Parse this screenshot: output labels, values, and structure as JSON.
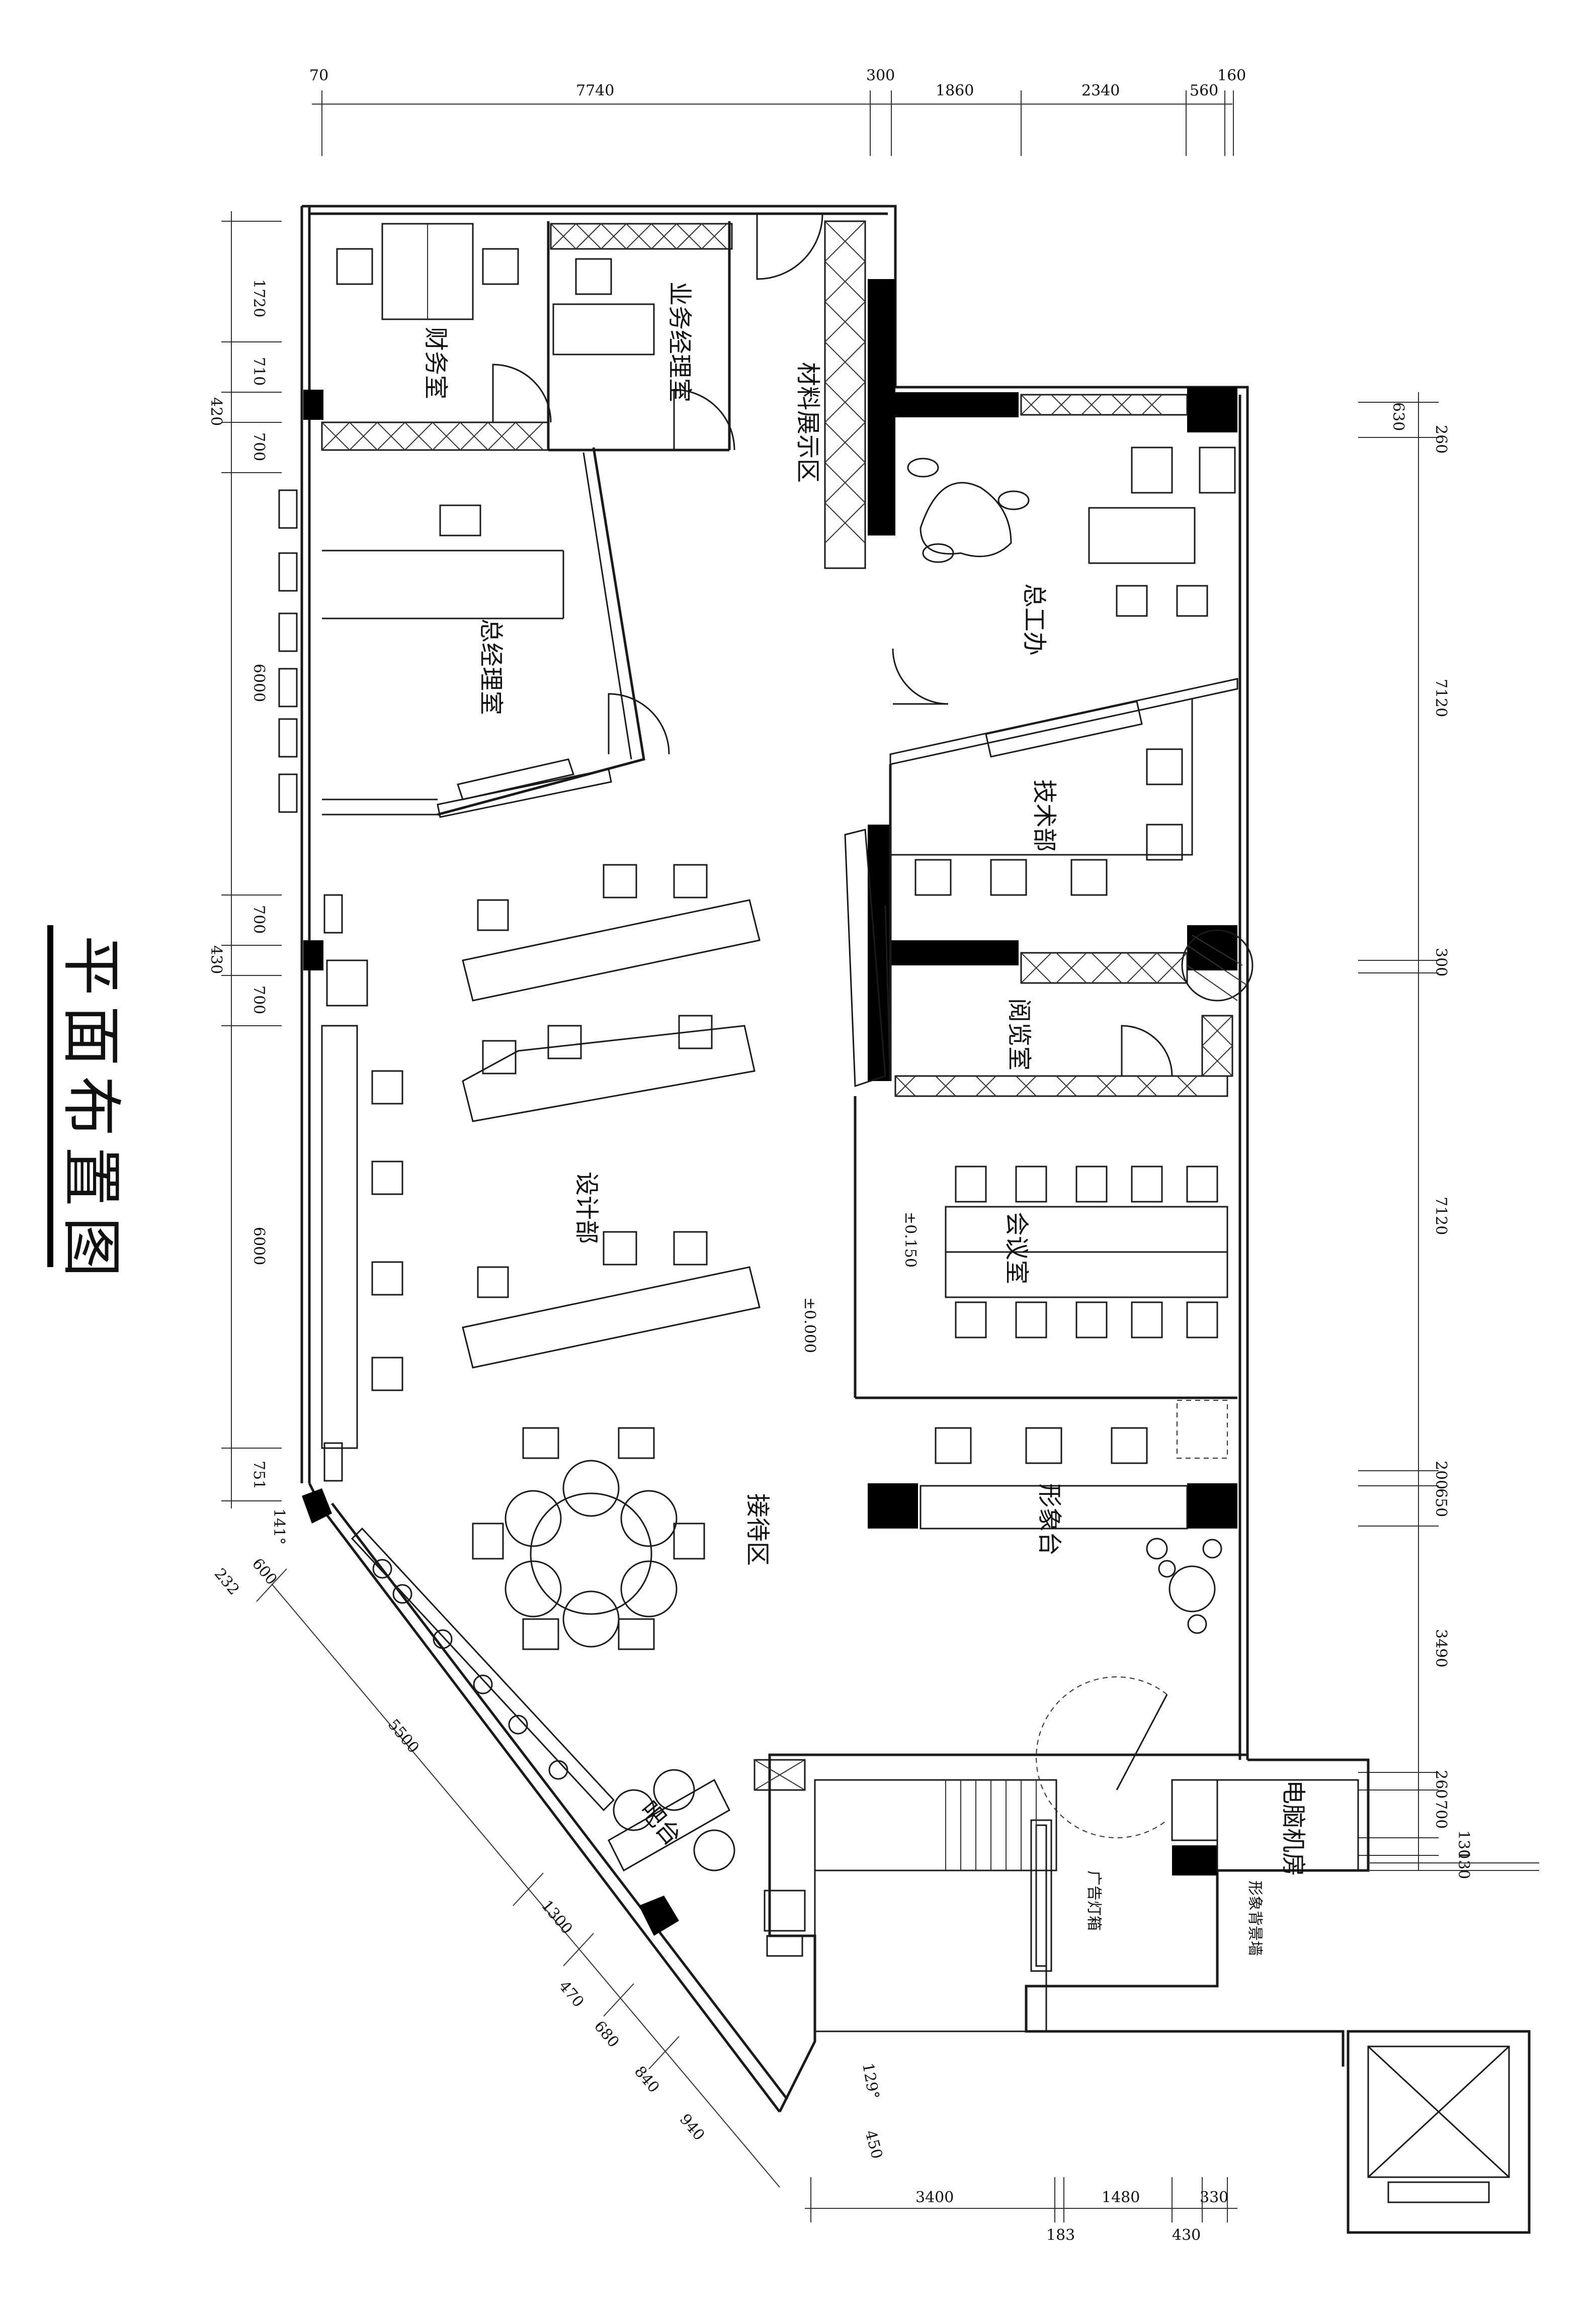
{
  "title": "平面布置图",
  "rooms": {
    "finance": "财务室",
    "business_manager": "业务经理室",
    "materials": "材料展示区",
    "general_manager": "总经理室",
    "chief_engineer": "总工办",
    "tech": "技术部",
    "reading": "阅览室",
    "design": "设计部",
    "meeting": "会议室",
    "reception": "形象台",
    "negotiation": "接待区",
    "bar": "吧台",
    "computer_room": "电脑机房",
    "lightbox": "广告灯箱",
    "image_wall": "形象背景墙"
  },
  "levels": {
    "floor": "±0.000",
    "meeting_floor": "±0.150"
  },
  "angles": {
    "top_left": "141°",
    "bottom": "129°"
  },
  "dims": {
    "top": [
      "70",
      "7740",
      "300",
      "1860",
      "2340",
      "560",
      "160"
    ],
    "left": [
      "1720",
      "710",
      "420",
      "700",
      "6000",
      "700",
      "430",
      "700",
      "6000",
      "751"
    ],
    "right": [
      "630",
      "260",
      "7120",
      "300",
      "7120",
      "200",
      "650",
      "3490",
      "260",
      "700",
      "130",
      "130"
    ],
    "diagonal": [
      "232",
      "600",
      "5500",
      "1300",
      "470",
      "680",
      "840",
      "940"
    ],
    "bottom": [
      "3400",
      "1480",
      "330",
      "183",
      "430",
      "450"
    ]
  }
}
